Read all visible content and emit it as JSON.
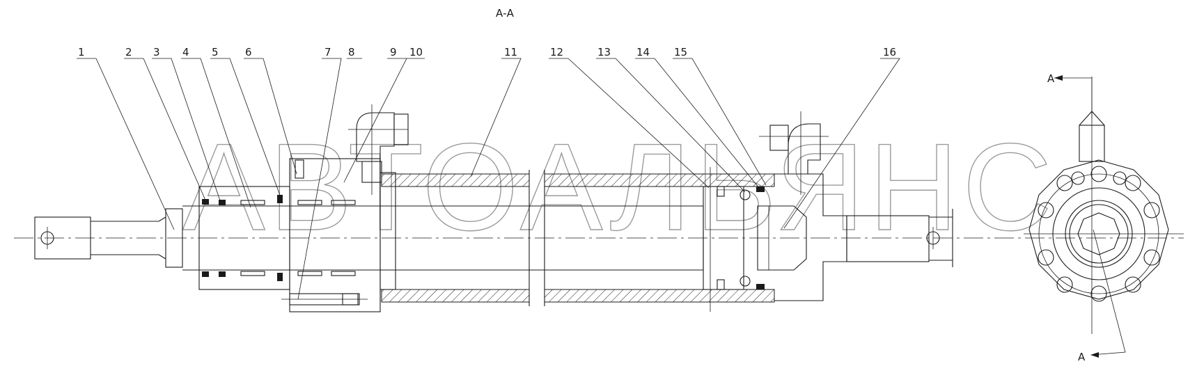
{
  "section_title": "А-А",
  "section_marks": {
    "top": "А",
    "bottom": "А"
  },
  "part_numbers": [
    "1",
    "2",
    "3",
    "4",
    "5",
    "6",
    "7",
    "8",
    "9",
    "10",
    "11",
    "12",
    "13",
    "14",
    "15",
    "16"
  ],
  "watermark": "АВТОАЛЬЯНС"
}
